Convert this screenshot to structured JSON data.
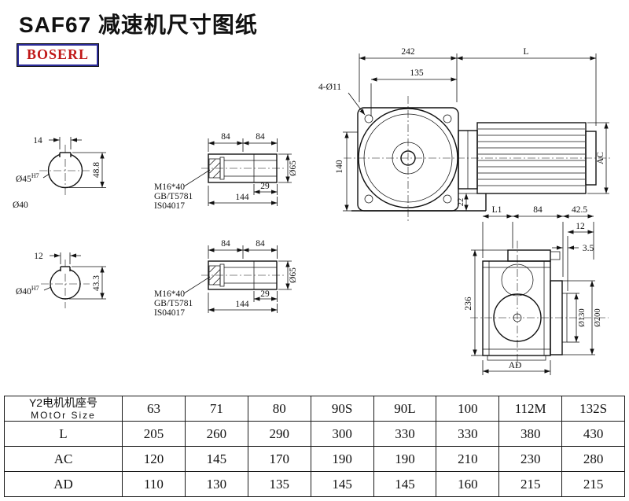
{
  "page": {
    "title": "SAF67 减速机尺寸图纸",
    "logo": "BOSERL"
  },
  "front_view": {
    "dim_242": "242",
    "dim_L": "L",
    "dim_135": "135",
    "bolt_holes_label": "4-Ø11",
    "dim_140": "140",
    "dim_22": "22",
    "dim_AC": "AC"
  },
  "bore_view_top": {
    "dim_14": "14",
    "bore_dia": "Ø45",
    "bore_tol": "H7",
    "dim_48_8": "48.8",
    "label_d40": "Ø40"
  },
  "bore_view_bottom": {
    "dim_12": "12",
    "bore_dia": "Ø40",
    "bore_tol": "H7",
    "dim_43_3": "43.3"
  },
  "shaft_detail_top": {
    "dim_84_left": "84",
    "dim_84_right": "84",
    "dim_29": "29",
    "dim_144": "144",
    "dim_d65": "Ø65",
    "bolt_line1": "M16*40",
    "bolt_line2": "GB/T5781",
    "bolt_line3": "IS04017"
  },
  "shaft_detail_bottom": {
    "dim_84_left": "84",
    "dim_84_right": "84",
    "dim_29": "29",
    "dim_144": "144",
    "dim_d65": "Ø65",
    "bolt_line1": "M16*40",
    "bolt_line2": "GB/T5781",
    "bolt_line3": "IS04017"
  },
  "side_view": {
    "dim_L1": "L1",
    "dim_84": "84",
    "dim_42_5": "42.5",
    "dim_12": "12",
    "dim_3_5": "3.5",
    "dim_236": "236",
    "dim_d130": "Ø130",
    "dim_d200": "Ø200",
    "dim_AD": "AD"
  },
  "table": {
    "header_cn": "Y2电机机座号",
    "header_en": "MOtOr Size",
    "sizes": [
      "63",
      "71",
      "80",
      "90S",
      "90L",
      "100",
      "112M",
      "132S"
    ],
    "rows": [
      {
        "label": "L",
        "values": [
          "205",
          "260",
          "290",
          "300",
          "330",
          "330",
          "380",
          "430"
        ]
      },
      {
        "label": "AC",
        "values": [
          "120",
          "145",
          "170",
          "190",
          "190",
          "210",
          "230",
          "280"
        ]
      },
      {
        "label": "AD",
        "values": [
          "110",
          "130",
          "135",
          "145",
          "145",
          "160",
          "215",
          "215"
        ]
      }
    ]
  }
}
